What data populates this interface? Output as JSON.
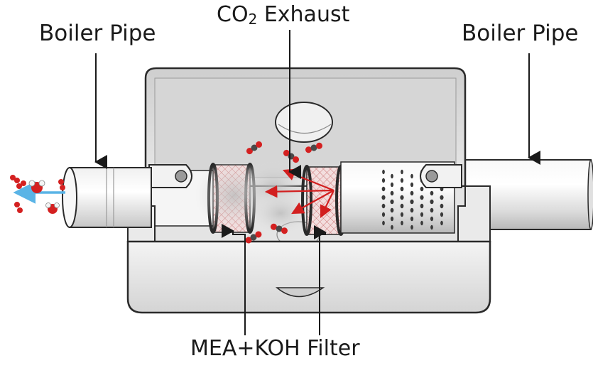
{
  "labels": {
    "boiler_pipe_left": "Boiler Pipe",
    "boiler_pipe_right": "Boiler Pipe",
    "exhaust_prefix": "CO",
    "exhaust_subscript": "2",
    "exhaust_suffix": " Exhaust",
    "filter": "MEA+KOH Filter"
  },
  "colors": {
    "outline": "#2a2a2a",
    "box_fill": "#e9e9e9",
    "box_inner": "#dcdcdc",
    "pipe": "#e6e6e6",
    "filter_mesh": "#d98a8a",
    "filter_ring": "#3a3a3a",
    "arrow_red": "#d21f1f",
    "arrow_blue": "#5ab4e6",
    "oxygen": "#d42020",
    "carbon": "#4a4a4a",
    "hydrogen": "#f4f4f4"
  },
  "icons": {
    "water_molecule": "water-molecule-icon",
    "co2_molecule": "co2-molecule-icon",
    "o2_molecule": "o2-molecule-icon"
  }
}
